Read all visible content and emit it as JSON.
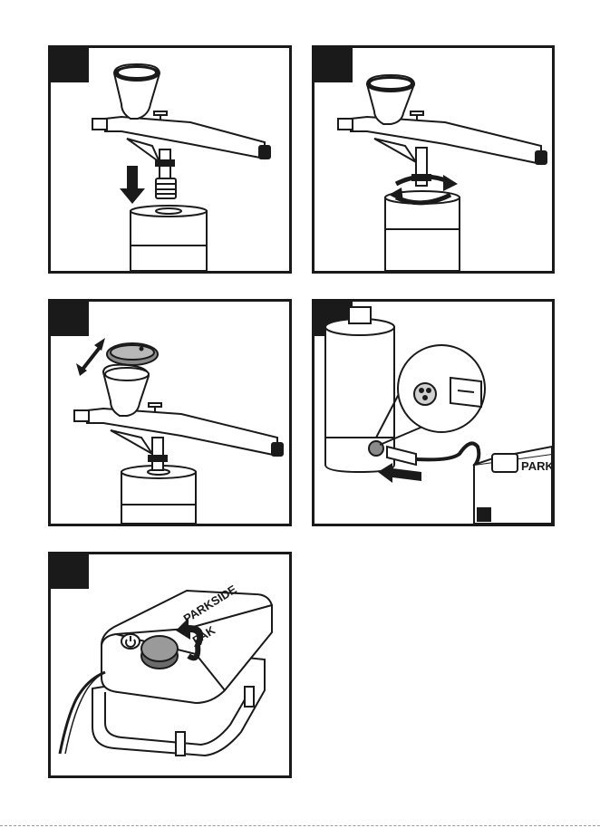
{
  "panels": [
    {
      "id": "p1",
      "step": "",
      "depicts": "connect-airbrush-to-canister"
    },
    {
      "id": "p2",
      "step": "",
      "depicts": "screw-airbrush-onto-canister"
    },
    {
      "id": "p3",
      "step": "",
      "depicts": "open-paint-cup-lid"
    },
    {
      "id": "p4",
      "step": "",
      "depicts": "connect-canister-to-compressor"
    },
    {
      "id": "p5",
      "step": "",
      "depicts": "turn-compressor-dial"
    }
  ],
  "compressor": {
    "brand": "PARKSIDE",
    "model": "PAK"
  },
  "colors": {
    "line": "#1a1a1a",
    "grey": "#8a8a8a",
    "light": "#e6e6e6"
  }
}
